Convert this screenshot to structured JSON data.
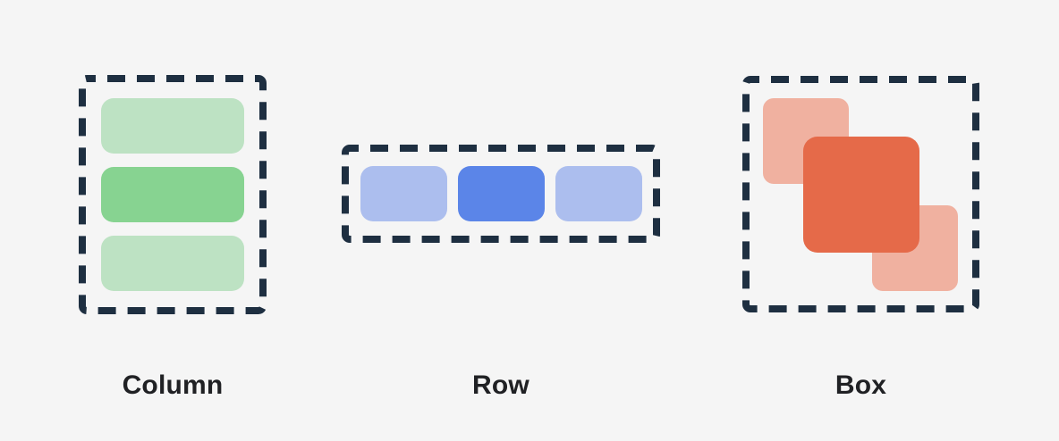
{
  "figure": {
    "background_color": "#F5F5F5",
    "outline_color": "#1E2F41",
    "label_color": "#202124"
  },
  "diagrams": {
    "column": {
      "label": "Column",
      "block_colors": [
        "#BDE2C3",
        "#87D391",
        "#BDE2C3"
      ]
    },
    "row": {
      "label": "Row",
      "block_colors": [
        "#ACBEEE",
        "#5B85E8",
        "#ACBEEE"
      ]
    },
    "box": {
      "label": "Box",
      "block_colors": [
        "#F0B1A0",
        "#E56A49",
        "#F0B1A0"
      ]
    }
  }
}
